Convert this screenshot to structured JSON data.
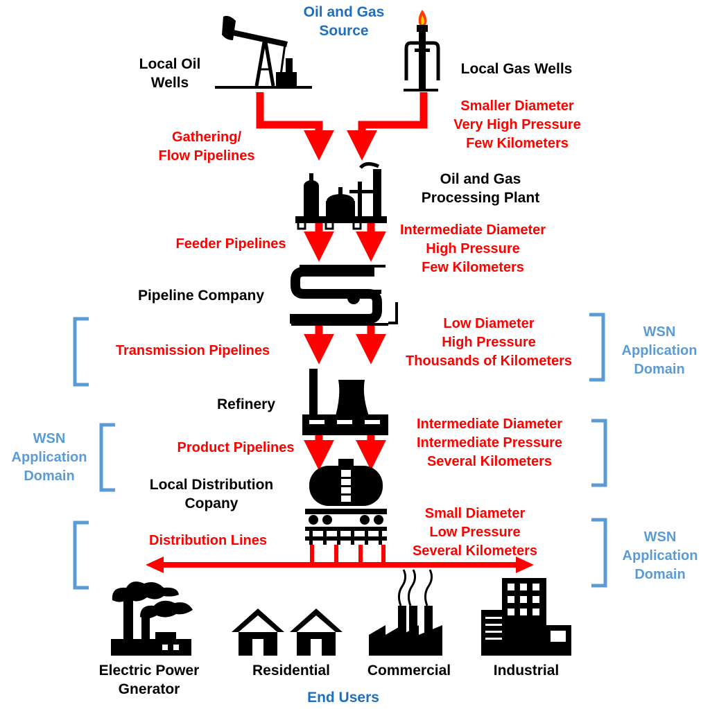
{
  "colors": {
    "flow": "#ff0000",
    "bracket": "#5b9bd5",
    "heading": "#1f6fbf",
    "icon": "#000000"
  },
  "header": {
    "title_lines": [
      "Oil and Gas",
      "Source"
    ]
  },
  "sources": {
    "oil_wells": {
      "lines": [
        "Local Oil",
        "Wells"
      ],
      "icon": "oil-pump-jack-icon"
    },
    "gas_wells": {
      "lines": [
        "Local Gas Wells"
      ],
      "icon": "gas-well-flare-icon"
    }
  },
  "pipelines": {
    "gathering": {
      "label_lines": [
        "Gathering/",
        "Flow Pipelines"
      ],
      "spec_lines": [
        "Smaller Diameter",
        "Very High Pressure",
        "Few Kilometers"
      ]
    },
    "feeder": {
      "label_lines": [
        "Feeder Pipelines"
      ],
      "spec_lines": [
        "Intermediate Diameter",
        "High Pressure",
        "Few Kilometers"
      ]
    },
    "transmission": {
      "label_lines": [
        "Transmission Pipelines"
      ],
      "spec_lines": [
        "Low Diameter",
        "High Pressure",
        "Thousands of Kilometers"
      ]
    },
    "product": {
      "label_lines": [
        "Product Pipelines"
      ],
      "spec_lines": [
        "Intermediate Diameter",
        "Intermediate Pressure",
        "Several Kilometers"
      ]
    },
    "distribution": {
      "label_lines": [
        "Distribution Lines"
      ],
      "spec_lines": [
        "Small Diameter",
        "Low Pressure",
        "Several Kilometers"
      ]
    }
  },
  "stages": {
    "processing_plant": {
      "lines": [
        "Oil and Gas",
        "Processing Plant"
      ],
      "icon": "processing-plant-icon"
    },
    "pipeline_company": {
      "lines": [
        "Pipeline Company"
      ],
      "icon": "pipeline-company-logo-icon"
    },
    "refinery": {
      "lines": [
        "Refinery"
      ],
      "icon": "refinery-icon"
    },
    "local_distribution": {
      "lines": [
        "Local Distribution",
        "Copany"
      ],
      "icon": "tank-railcar-icon"
    }
  },
  "wsn_domain_lines": [
    "WSN",
    "Application",
    "Domain"
  ],
  "end_users": {
    "title": "End Users",
    "items": [
      {
        "lines": [
          "Electric Power",
          "Gnerator"
        ],
        "icon": "power-plant-icon"
      },
      {
        "lines": [
          "Residential"
        ],
        "icon": "houses-icon"
      },
      {
        "lines": [
          "Commercial"
        ],
        "icon": "factory-icon"
      },
      {
        "lines": [
          "Industrial"
        ],
        "icon": "industrial-building-icon"
      }
    ]
  }
}
